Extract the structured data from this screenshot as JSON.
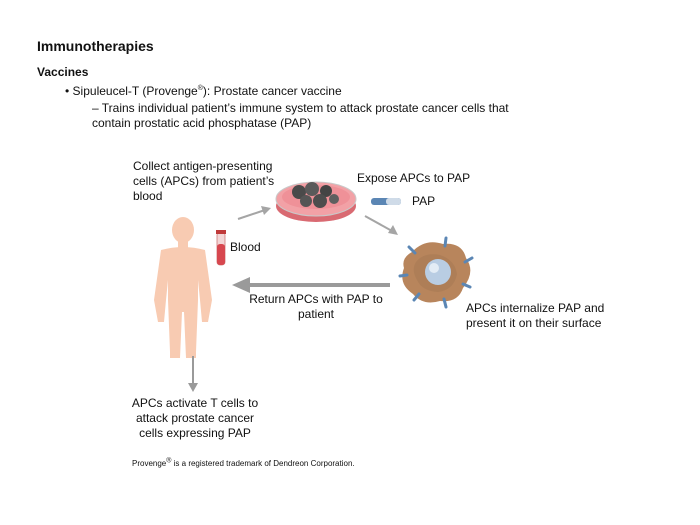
{
  "title": "Immunotherapies",
  "section": "Vaccines",
  "bullet": {
    "prefix": "Sipuleucel-T (Provenge",
    "reg": "®",
    "suffix": "): Prostate cancer vaccine"
  },
  "sub_bullet": "– Trains individual patient’s immune system to attack prostate cancer cells that contain prostatic acid phosphatase (PAP)",
  "diagram": {
    "collect_label": "Collect antigen-presenting cells (APCs) from patient’s blood",
    "expose_label": "Expose APCs to PAP",
    "pap_label": "PAP",
    "blood_label": "Blood",
    "return_label": "Return APCs with PAP to patient",
    "internalize_label": "APCs internalize PAP and present it on their surface",
    "activate_label": "APCs activate T cells to attack prostate cancer cells expressing PAP"
  },
  "footnote": {
    "prefix": "Provenge",
    "reg": "®",
    "suffix": " is a registered trademark of Dendreon Corporation."
  },
  "colors": {
    "body_skin": "#f8cbb2",
    "dish_pink": "#e98a90",
    "arrow_gray": "#9a9a9a",
    "apc_brown": "#b8855c",
    "apc_core": "#b9cde3",
    "receptor_blue": "#5b86b4"
  }
}
